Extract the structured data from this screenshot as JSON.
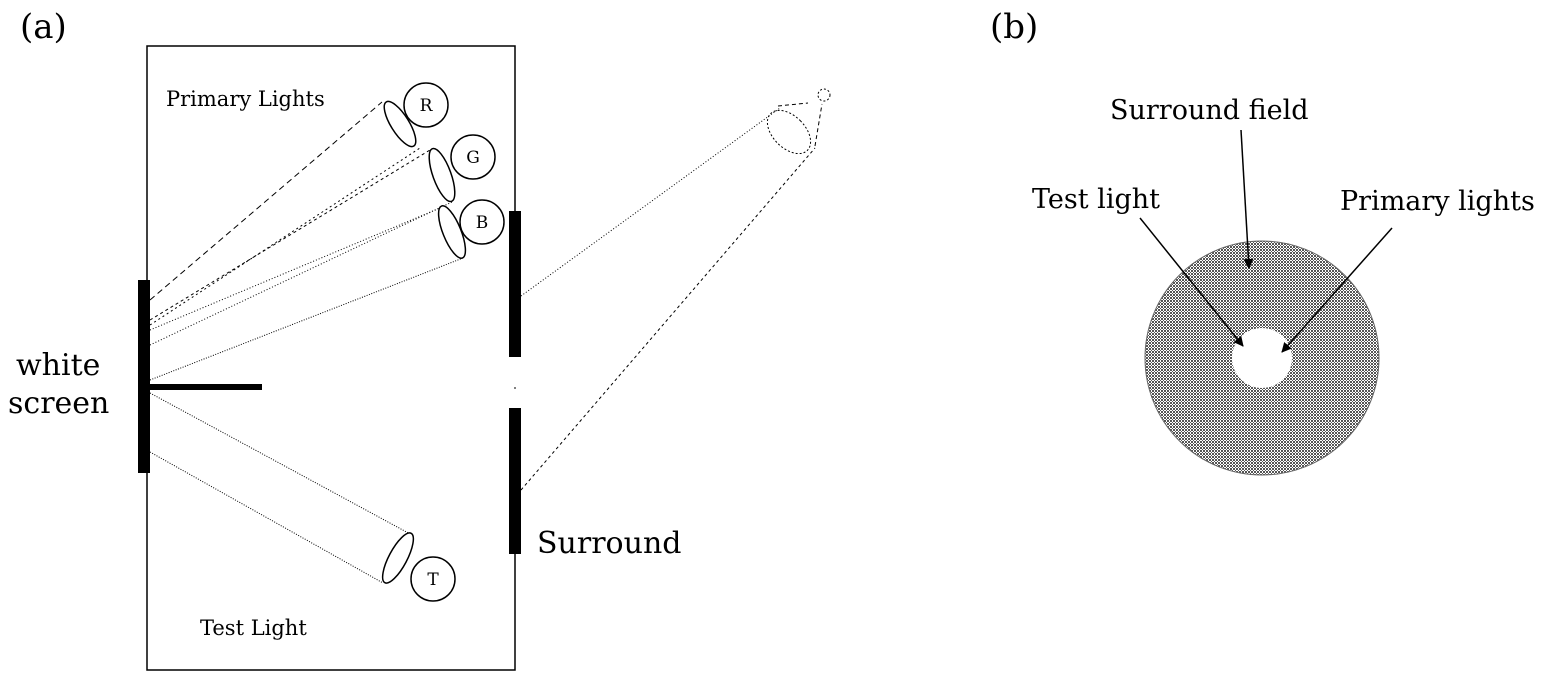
{
  "panel_a": {
    "label": "(a)",
    "primary_lights_label": "Primary Lights",
    "lamps": [
      {
        "id": "red",
        "letter": "R"
      },
      {
        "id": "green",
        "letter": "G"
      },
      {
        "id": "blue",
        "letter": "B"
      },
      {
        "id": "test",
        "letter": "T"
      }
    ],
    "white_screen_label_line1": "white",
    "white_screen_label_line2": "screen",
    "surround_label": "Surround",
    "test_light_label": "Test Light"
  },
  "panel_b": {
    "label": "(b)",
    "surround_field_label": "Surround field",
    "test_light_label": "Test light",
    "primary_lights_label": "Primary lights",
    "colors": {
      "surround_field": "#8c8c8c",
      "center": "#ffffff"
    }
  }
}
